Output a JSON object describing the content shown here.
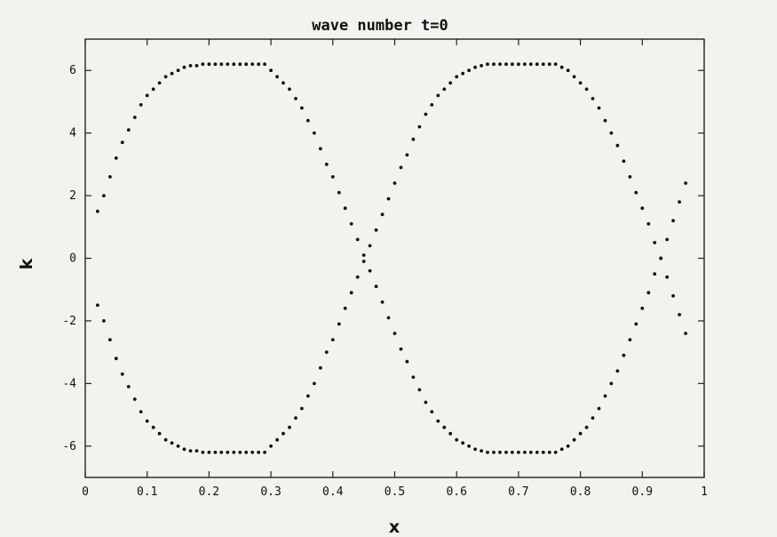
{
  "chart_data": {
    "type": "scatter",
    "title": "wave number t=0",
    "xlabel": "x",
    "ylabel": "k",
    "xlim": [
      0,
      1
    ],
    "ylim": [
      -7,
      7
    ],
    "x_ticks": [
      "0",
      "0.1",
      "0.2",
      "0.3",
      "0.4",
      "0.5",
      "0.6",
      "0.7",
      "0.8",
      "0.9",
      "1"
    ],
    "y_ticks": [
      "6",
      "4",
      "2",
      "0",
      "-2",
      "-4",
      "-6"
    ],
    "grid": false,
    "series": [
      {
        "points": [
          [
            0.02,
            1.5
          ],
          [
            0.03,
            2.0
          ],
          [
            0.04,
            2.6
          ],
          [
            0.05,
            3.2
          ],
          [
            0.06,
            3.7
          ],
          [
            0.07,
            4.1
          ],
          [
            0.08,
            4.5
          ],
          [
            0.09,
            4.9
          ],
          [
            0.1,
            5.2
          ],
          [
            0.11,
            5.4
          ],
          [
            0.12,
            5.6
          ],
          [
            0.13,
            5.8
          ],
          [
            0.14,
            5.9
          ],
          [
            0.15,
            6.0
          ],
          [
            0.16,
            6.1
          ],
          [
            0.17,
            6.15
          ],
          [
            0.18,
            6.15
          ],
          [
            0.19,
            6.2
          ],
          [
            0.2,
            6.2
          ],
          [
            0.21,
            6.2
          ],
          [
            0.22,
            6.2
          ],
          [
            0.23,
            6.2
          ],
          [
            0.24,
            6.2
          ],
          [
            0.25,
            6.2
          ],
          [
            0.26,
            6.2
          ],
          [
            0.27,
            6.2
          ],
          [
            0.28,
            6.2
          ],
          [
            0.29,
            6.2
          ],
          [
            0.3,
            6.0
          ],
          [
            0.31,
            5.8
          ],
          [
            0.32,
            5.6
          ],
          [
            0.33,
            5.4
          ],
          [
            0.34,
            5.1
          ],
          [
            0.35,
            4.8
          ],
          [
            0.36,
            4.4
          ],
          [
            0.37,
            4.0
          ],
          [
            0.38,
            3.5
          ],
          [
            0.39,
            3.0
          ],
          [
            0.4,
            2.6
          ],
          [
            0.41,
            2.1
          ],
          [
            0.42,
            1.6
          ],
          [
            0.43,
            1.1
          ],
          [
            0.44,
            0.6
          ],
          [
            0.45,
            0.1
          ],
          [
            0.46,
            -0.4
          ],
          [
            0.47,
            -0.9
          ],
          [
            0.48,
            -1.4
          ],
          [
            0.49,
            -1.9
          ],
          [
            0.5,
            -2.4
          ],
          [
            0.51,
            -2.9
          ],
          [
            0.52,
            -3.3
          ],
          [
            0.53,
            -3.8
          ],
          [
            0.54,
            -4.2
          ],
          [
            0.55,
            -4.6
          ],
          [
            0.56,
            -4.9
          ],
          [
            0.57,
            -5.2
          ],
          [
            0.58,
            -5.4
          ],
          [
            0.59,
            -5.6
          ],
          [
            0.6,
            -5.8
          ],
          [
            0.61,
            -5.9
          ],
          [
            0.62,
            -6.0
          ],
          [
            0.63,
            -6.1
          ],
          [
            0.64,
            -6.15
          ],
          [
            0.65,
            -6.2
          ],
          [
            0.66,
            -6.2
          ],
          [
            0.67,
            -6.2
          ],
          [
            0.68,
            -6.2
          ],
          [
            0.69,
            -6.2
          ],
          [
            0.7,
            -6.2
          ],
          [
            0.71,
            -6.2
          ],
          [
            0.72,
            -6.2
          ],
          [
            0.73,
            -6.2
          ],
          [
            0.74,
            -6.2
          ],
          [
            0.75,
            -6.2
          ],
          [
            0.76,
            -6.2
          ],
          [
            0.77,
            -6.1
          ],
          [
            0.78,
            -6.0
          ],
          [
            0.79,
            -5.8
          ],
          [
            0.8,
            -5.6
          ],
          [
            0.81,
            -5.4
          ],
          [
            0.82,
            -5.1
          ],
          [
            0.83,
            -4.8
          ],
          [
            0.84,
            -4.4
          ],
          [
            0.85,
            -4.0
          ],
          [
            0.86,
            -3.6
          ],
          [
            0.87,
            -3.1
          ],
          [
            0.88,
            -2.6
          ],
          [
            0.89,
            -2.1
          ],
          [
            0.9,
            -1.6
          ],
          [
            0.91,
            -1.1
          ],
          [
            0.92,
            -0.5
          ],
          [
            0.93,
            0.0
          ],
          [
            0.94,
            0.6
          ],
          [
            0.95,
            1.2
          ],
          [
            0.96,
            1.8
          ],
          [
            0.97,
            2.4
          ]
        ]
      },
      {
        "points": [
          [
            0.02,
            -1.5
          ],
          [
            0.03,
            -2.0
          ],
          [
            0.04,
            -2.6
          ],
          [
            0.05,
            -3.2
          ],
          [
            0.06,
            -3.7
          ],
          [
            0.07,
            -4.1
          ],
          [
            0.08,
            -4.5
          ],
          [
            0.09,
            -4.9
          ],
          [
            0.1,
            -5.2
          ],
          [
            0.11,
            -5.4
          ],
          [
            0.12,
            -5.6
          ],
          [
            0.13,
            -5.8
          ],
          [
            0.14,
            -5.9
          ],
          [
            0.15,
            -6.0
          ],
          [
            0.16,
            -6.1
          ],
          [
            0.17,
            -6.15
          ],
          [
            0.18,
            -6.15
          ],
          [
            0.19,
            -6.2
          ],
          [
            0.2,
            -6.2
          ],
          [
            0.21,
            -6.2
          ],
          [
            0.22,
            -6.2
          ],
          [
            0.23,
            -6.2
          ],
          [
            0.24,
            -6.2
          ],
          [
            0.25,
            -6.2
          ],
          [
            0.26,
            -6.2
          ],
          [
            0.27,
            -6.2
          ],
          [
            0.28,
            -6.2
          ],
          [
            0.29,
            -6.2
          ],
          [
            0.3,
            -6.0
          ],
          [
            0.31,
            -5.8
          ],
          [
            0.32,
            -5.6
          ],
          [
            0.33,
            -5.4
          ],
          [
            0.34,
            -5.1
          ],
          [
            0.35,
            -4.8
          ],
          [
            0.36,
            -4.4
          ],
          [
            0.37,
            -4.0
          ],
          [
            0.38,
            -3.5
          ],
          [
            0.39,
            -3.0
          ],
          [
            0.4,
            -2.6
          ],
          [
            0.41,
            -2.1
          ],
          [
            0.42,
            -1.6
          ],
          [
            0.43,
            -1.1
          ],
          [
            0.44,
            -0.6
          ],
          [
            0.45,
            -0.1
          ],
          [
            0.46,
            0.4
          ],
          [
            0.47,
            0.9
          ],
          [
            0.48,
            1.4
          ],
          [
            0.49,
            1.9
          ],
          [
            0.5,
            2.4
          ],
          [
            0.51,
            2.9
          ],
          [
            0.52,
            3.3
          ],
          [
            0.53,
            3.8
          ],
          [
            0.54,
            4.2
          ],
          [
            0.55,
            4.6
          ],
          [
            0.56,
            4.9
          ],
          [
            0.57,
            5.2
          ],
          [
            0.58,
            5.4
          ],
          [
            0.59,
            5.6
          ],
          [
            0.6,
            5.8
          ],
          [
            0.61,
            5.9
          ],
          [
            0.62,
            6.0
          ],
          [
            0.63,
            6.1
          ],
          [
            0.64,
            6.15
          ],
          [
            0.65,
            6.2
          ],
          [
            0.66,
            6.2
          ],
          [
            0.67,
            6.2
          ],
          [
            0.68,
            6.2
          ],
          [
            0.69,
            6.2
          ],
          [
            0.7,
            6.2
          ],
          [
            0.71,
            6.2
          ],
          [
            0.72,
            6.2
          ],
          [
            0.73,
            6.2
          ],
          [
            0.74,
            6.2
          ],
          [
            0.75,
            6.2
          ],
          [
            0.76,
            6.2
          ],
          [
            0.77,
            6.1
          ],
          [
            0.78,
            6.0
          ],
          [
            0.79,
            5.8
          ],
          [
            0.8,
            5.6
          ],
          [
            0.81,
            5.4
          ],
          [
            0.82,
            5.1
          ],
          [
            0.83,
            4.8
          ],
          [
            0.84,
            4.4
          ],
          [
            0.85,
            4.0
          ],
          [
            0.86,
            3.6
          ],
          [
            0.87,
            3.1
          ],
          [
            0.88,
            2.6
          ],
          [
            0.89,
            2.1
          ],
          [
            0.9,
            1.6
          ],
          [
            0.91,
            1.1
          ],
          [
            0.92,
            0.5
          ],
          [
            0.93,
            0.0
          ],
          [
            0.94,
            -0.6
          ],
          [
            0.95,
            -1.2
          ],
          [
            0.96,
            -1.8
          ],
          [
            0.97,
            -2.4
          ]
        ]
      }
    ],
    "colors": {
      "background": "#f2f2ef",
      "marker": "#111111",
      "frame": "#222222"
    }
  }
}
